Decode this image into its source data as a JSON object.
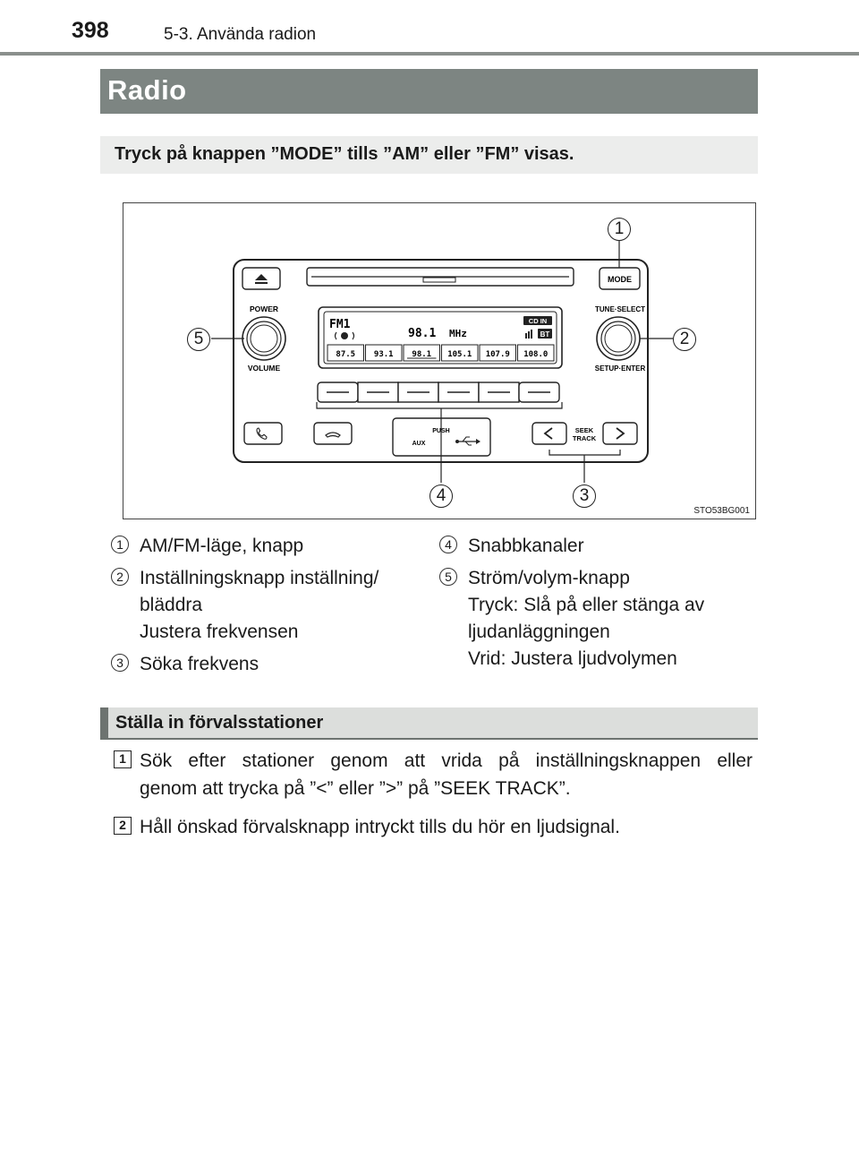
{
  "header": {
    "page_number": "398",
    "section": "5-3. Använda radion"
  },
  "title": "Radio",
  "instruction": "Tryck på knappen ”MODE” tills ”AM” eller ”FM” visas.",
  "figure": {
    "code": "STO53BG001",
    "panel": {
      "mode_label": "MODE",
      "power_label": "POWER",
      "volume_label": "VOLUME",
      "tune_select_label": "TUNE·SELECT",
      "setup_enter_label": "SETUP·ENTER",
      "band": "FM1",
      "frequency": "98.1",
      "unit": "MHz",
      "cd_in": "CD IN",
      "bt": "BT",
      "presets": [
        "87.5",
        "93.1",
        "98.1",
        "105.1",
        "107.9",
        "108.0"
      ],
      "push_label": "PUSH",
      "aux_label": "AUX",
      "seek_label": "SEEK",
      "track_label": "TRACK",
      "eject_icon": "eject-icon",
      "phone_icon": "phone-icon",
      "hangup_icon": "hang-up-icon",
      "usb_icon": "usb-icon"
    },
    "callouts": [
      "1",
      "2",
      "3",
      "4",
      "5"
    ]
  },
  "legend": {
    "left": [
      {
        "num": "1",
        "lines": [
          "AM/FM-läge, knapp"
        ]
      },
      {
        "num": "2",
        "lines": [
          "Inställningsknapp inställning/",
          "bläddra",
          "Justera frekvensen"
        ]
      },
      {
        "num": "3",
        "lines": [
          "Söka frekvens"
        ]
      }
    ],
    "right": [
      {
        "num": "4",
        "lines": [
          "Snabbkanaler"
        ]
      },
      {
        "num": "5",
        "lines": [
          "Ström/volym-knapp",
          "Tryck: Slå på eller stänga av",
          "ljudanläggningen",
          "Vrid: Justera ljudvolymen"
        ]
      }
    ]
  },
  "subsection": {
    "title": "Ställa in förvalsstationer",
    "steps": [
      {
        "num": "1",
        "line1": "Sök efter stationer genom att vrida på inställningsknappen eller",
        "line2": "genom att trycka på ”<” eller ”>” på ”SEEK TRACK”."
      },
      {
        "num": "2",
        "line1": "Håll önskad förvalsknapp intryckt tills du hör en ljudsignal.",
        "line2": ""
      }
    ]
  }
}
